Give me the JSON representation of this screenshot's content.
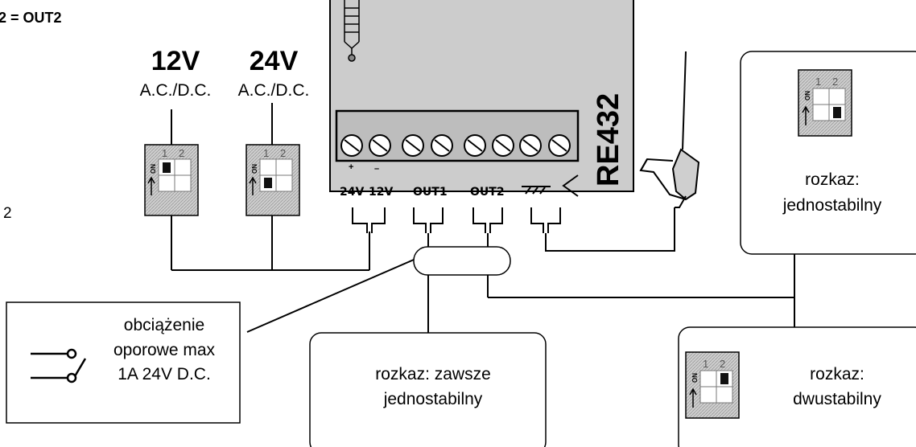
{
  "header_fragment": "2 = OUT2",
  "left_fragment": "2",
  "power": {
    "v12": "12V",
    "v12_type": "A.C./D.C.",
    "v24": "24V",
    "v24_type": "A.C./D.C."
  },
  "dip_labels": {
    "one": "1",
    "two": "2",
    "on": "ON"
  },
  "module": {
    "name": "RE432",
    "terminals": {
      "plus": "+",
      "minus": "–",
      "t24v": "24V",
      "t12v": "12V",
      "out1": "OUT1",
      "out2": "OUT2"
    }
  },
  "load_box": {
    "line1": "obciążenie",
    "line2": "oporowe max",
    "line3": "1A 24V D.C."
  },
  "out1_box": {
    "line1": "rozkaz: zawsze",
    "line2": "jednostabilny"
  },
  "mono_box": {
    "line1": "rozkaz:",
    "line2": "jednostabilny"
  },
  "bi_box": {
    "line1": "rozkaz:",
    "line2": "dwustabilny"
  }
}
